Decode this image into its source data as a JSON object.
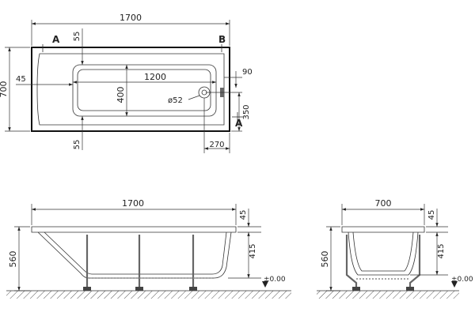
{
  "top_view": {
    "length": "1700",
    "width": "700",
    "inner_length": "1200",
    "inner_width": "400",
    "margin_top": "55",
    "margin_bottom": "55",
    "margin_left": "45",
    "drain_offset_right": "90",
    "drain_from_bottom": "350",
    "drain_diameter": "ø52",
    "drain_from_right": "270",
    "section_a_top": "A",
    "section_a_bottom": "A",
    "section_b": "B"
  },
  "side_view": {
    "length": "1700",
    "height": "560",
    "rim": "45",
    "inner_height": "415",
    "floor_level": "±0.00"
  },
  "end_view": {
    "width": "700",
    "height": "560",
    "rim": "45",
    "inner_height": "415",
    "floor_level": "±0.00"
  }
}
